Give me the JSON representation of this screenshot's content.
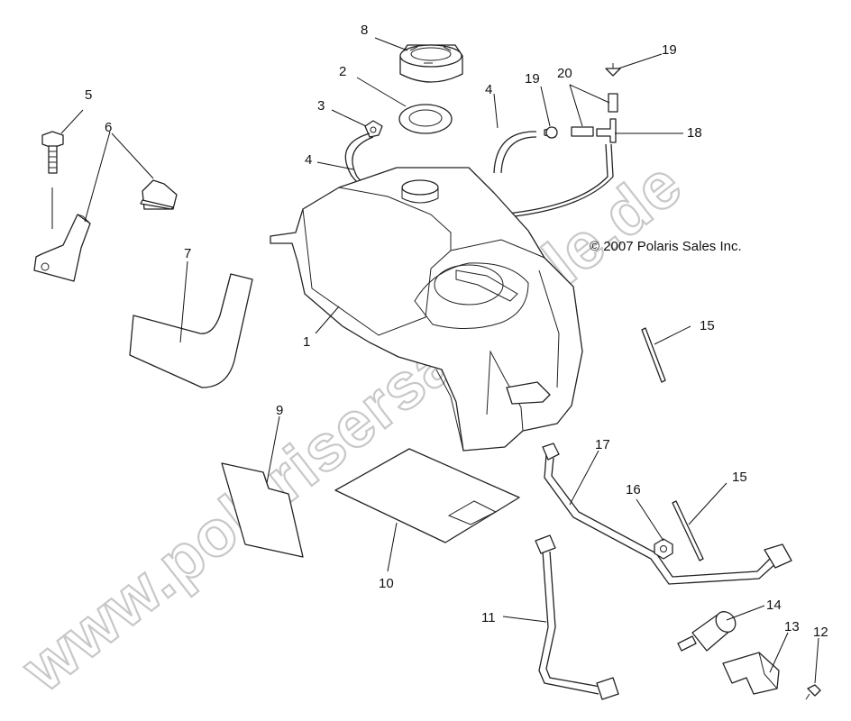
{
  "copyright": "© 2007 Polaris Sales Inc.",
  "watermark": "www.polarisersatzteile.de",
  "callouts": {
    "c1": "1",
    "c2": "2",
    "c3": "3",
    "c4a": "4",
    "c4b": "4",
    "c5": "5",
    "c6": "6",
    "c7": "7",
    "c8": "8",
    "c9": "9",
    "c10": "10",
    "c11": "11",
    "c12": "12",
    "c13": "13",
    "c14": "14",
    "c15a": "15",
    "c15b": "15",
    "c16": "16",
    "c17": "17",
    "c18": "18",
    "c19a": "19",
    "c19b": "19",
    "c20": "20"
  },
  "parts": [
    "fuel-tank",
    "gasket",
    "clip",
    "vent-hose",
    "bolt",
    "bracket",
    "pad",
    "fuel-cap",
    "pad-small",
    "pad-bottom",
    "fuel-line",
    "screw",
    "filter-clamp",
    "fuel-filter",
    "tie-strap",
    "nut",
    "fuel-line-outlet",
    "tee-fitting",
    "check-valve",
    "hose-segment"
  ]
}
